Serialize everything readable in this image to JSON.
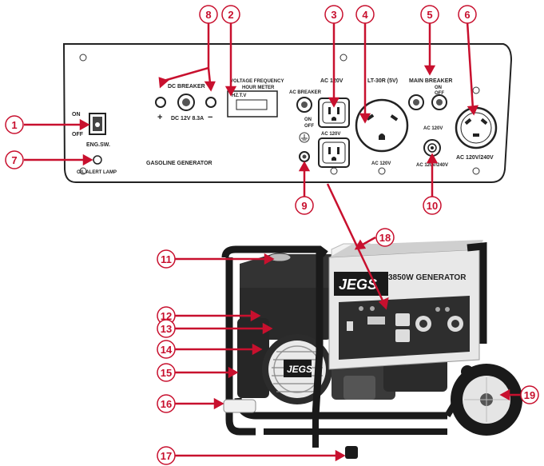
{
  "panel": {
    "on_label": "ON",
    "off_label": "OFF",
    "eng_sw_label": "ENG.SW.",
    "oil_alert_label": "OIL ALERT LAMP",
    "gasoline_label": "GASOLINE GENERATOR",
    "dc_breaker_label": "DC BREAKER",
    "dc_plus": "+",
    "dc_minus": "−",
    "dc_rating": "DC 12V 8.3A",
    "meter_title_1": "VOLTAGE FREQUENCY",
    "meter_title_2": "HOUR METER",
    "meter_display": "HZ.T.V",
    "ac_breaker_label": "AC BREAKER",
    "ac_breaker_on": "ON",
    "ac_breaker_off": "OFF",
    "ac120_header": "AC 120V",
    "ac120_outlet_label": "AC 120V",
    "lt30r_label": "LT-30R (5V)",
    "lt30r_rating": "AC 120V",
    "main_breaker_label": "MAIN BREAKER",
    "main_breaker_on": "ON",
    "main_breaker_off": "OFF",
    "ac120_small": "AC 120V",
    "ac_dual_label": "AC 120V/240V",
    "ac_dual_small": "AC 120V/240V"
  },
  "generator": {
    "brand": "JEGS",
    "model": "3850W GENERATOR"
  },
  "callouts": [
    "1",
    "2",
    "3",
    "4",
    "5",
    "6",
    "7",
    "8",
    "9",
    "10",
    "11",
    "12",
    "13",
    "14",
    "15",
    "16",
    "17",
    "18",
    "19"
  ],
  "colors": {
    "callout": "#c8102e",
    "frame": "#1a1a1a",
    "panel_face": "#d9d9d9"
  }
}
